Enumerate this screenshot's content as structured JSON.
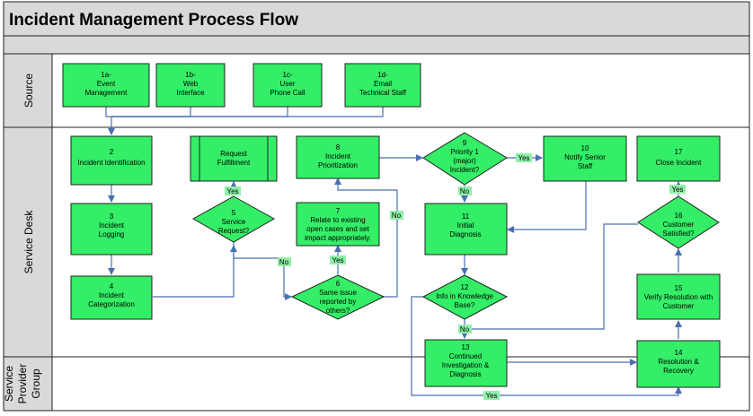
{
  "title": "Incident Management Process Flow",
  "lanes": {
    "source": "Source",
    "service_desk": "Service Desk",
    "provider": [
      "Service",
      "Provider",
      "Group"
    ]
  },
  "nodes": {
    "n1a": [
      "1a-",
      "Event",
      "Management"
    ],
    "n1b": [
      "1b-",
      "Web",
      "Interface"
    ],
    "n1c": [
      "1c-",
      "User",
      "Phone Call"
    ],
    "n1d": [
      "1d-",
      "Email",
      "Technical Staff"
    ],
    "n2": [
      "2",
      "Incident Identification"
    ],
    "n3": [
      "3",
      "Incident",
      "Logging"
    ],
    "n4": [
      "4",
      "Incident",
      "Categorization"
    ],
    "n5": [
      "5",
      "Service",
      "Request?"
    ],
    "nrf": [
      "Request",
      "Fulfillment"
    ],
    "n6": [
      "6",
      "Same issue",
      "reported by",
      "others?"
    ],
    "n7": [
      "7",
      "Relate to existing",
      "open cases and set",
      "impact appropriately."
    ],
    "n8": [
      "8",
      "Incident",
      "Prioritization"
    ],
    "n9": [
      "9",
      "Priority 1",
      "(major)",
      "Incident?"
    ],
    "n10": [
      "10",
      "Notify Senior",
      "Staff"
    ],
    "n11": [
      "11",
      "Initial",
      "Diagnosis"
    ],
    "n12": [
      "12",
      "Info in Knowledge",
      "Base?"
    ],
    "n13": [
      "13",
      "Continued",
      "Investigation &",
      "Diagnosis"
    ],
    "n14": [
      "14",
      "Resolution &",
      "Recovery"
    ],
    "n15": [
      "15",
      "Verify Resolution with",
      "Customer"
    ],
    "n16": [
      "16",
      "Customer",
      "Satisfied?"
    ],
    "n17": [
      "17",
      "Close Incident"
    ]
  },
  "tags": {
    "yes": "Yes",
    "no": "No"
  },
  "colors": {
    "fill": "#33ee66",
    "stroke": "#222222",
    "arrow": "#4a6fb0",
    "tag": "#8ff0a8",
    "title_bar": "#d9d9d9"
  }
}
